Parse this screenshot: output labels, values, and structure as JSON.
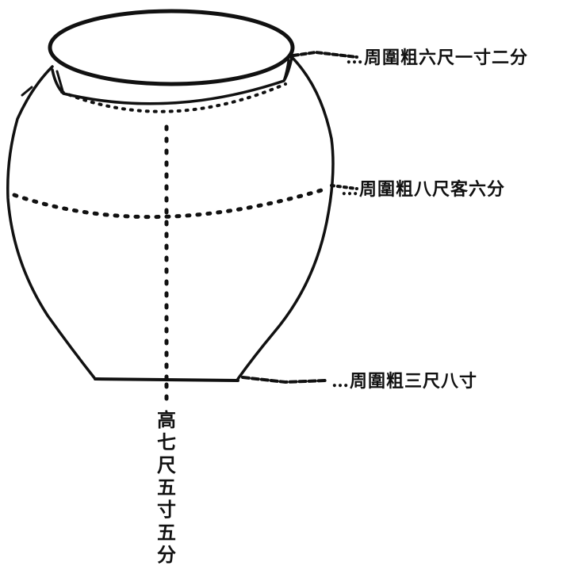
{
  "labels": {
    "rim": "…周圍粗六尺一寸二分",
    "belly": "…周圍粗八尺客六分",
    "base": "…周圍粗三尺八寸",
    "height": "高七尺五寸五分"
  }
}
